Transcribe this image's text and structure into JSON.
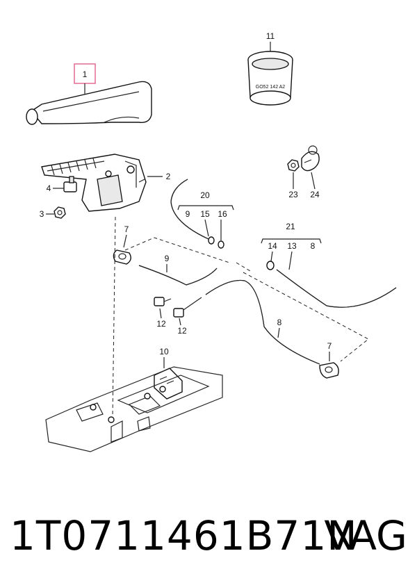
{
  "diagram": {
    "callouts": {
      "c1": "1",
      "c2": "2",
      "c3": "3",
      "c4": "4",
      "c7a": "7",
      "c7b": "7",
      "c8a": "8",
      "c8b": "8",
      "c9a": "9",
      "c9b": "9",
      "c10": "10",
      "c11": "11",
      "c12a": "12",
      "c12b": "12",
      "c13": "13",
      "c14": "14",
      "c15": "15",
      "c16": "16",
      "c20": "20",
      "c21": "21",
      "c23": "23",
      "c24": "24"
    },
    "ring_marking": "GO52 142 A2",
    "highlight_color": "#e57399"
  },
  "caption": {
    "part_number": "1T0711461B71N",
    "brand": "VAG"
  }
}
